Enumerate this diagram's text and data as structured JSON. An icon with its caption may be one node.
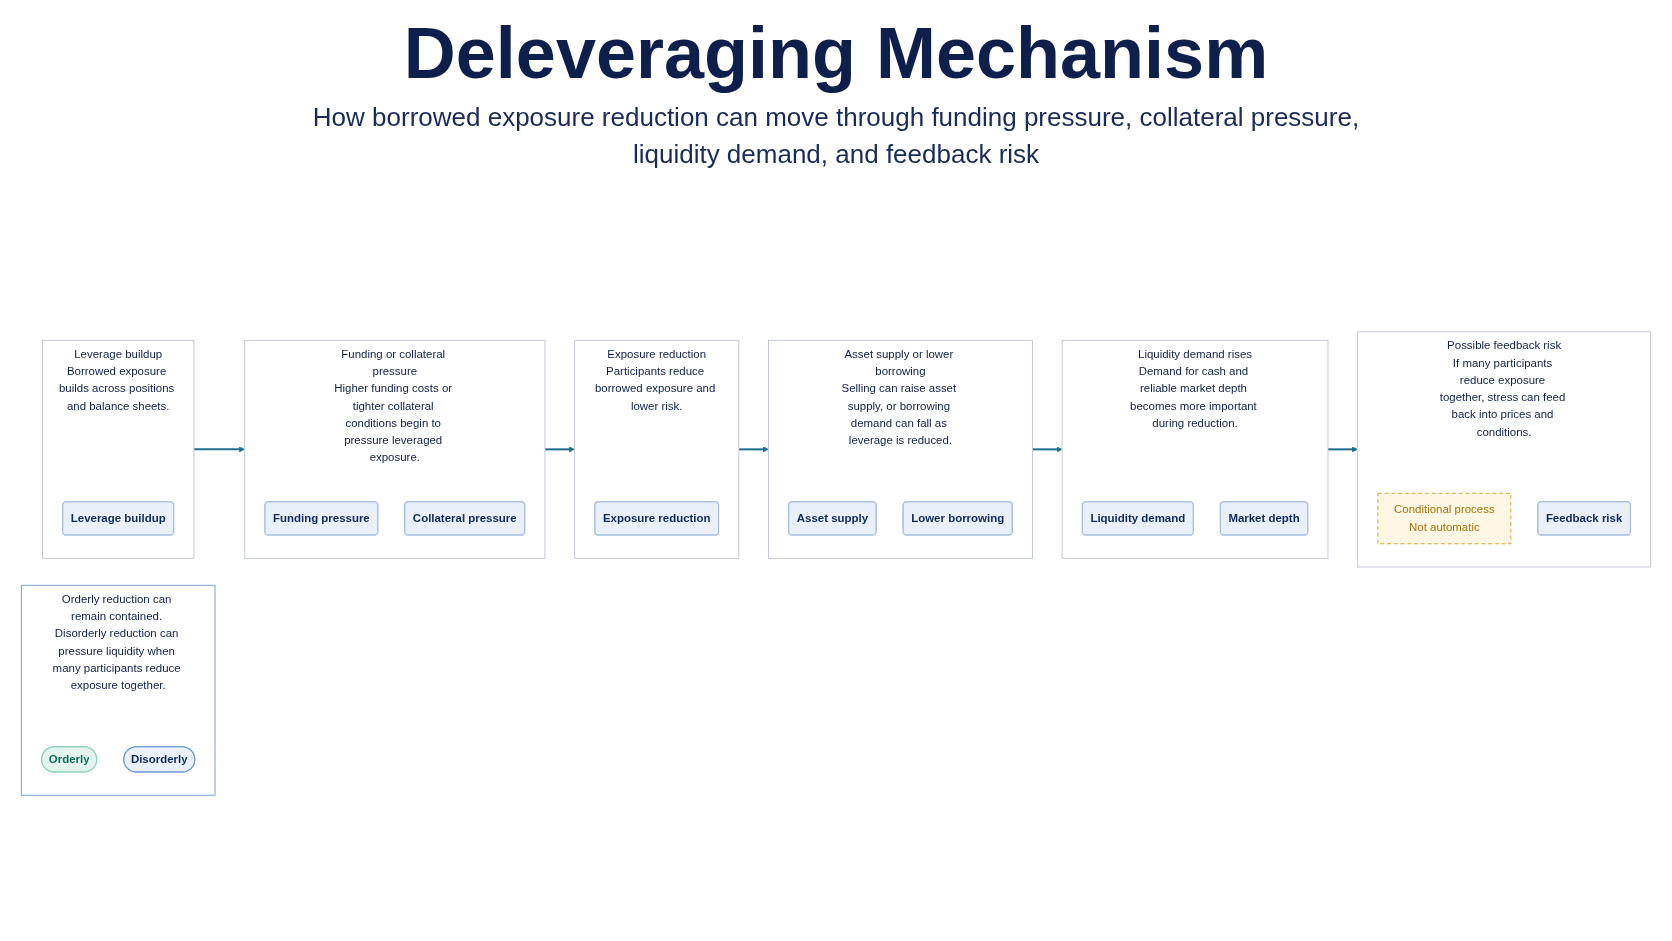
{
  "diagram": {
    "title": "Deleveraging Mechanism",
    "nodes": [
      {
        "text": [
          "Leverage buildup",
          "Borrowed exposure builds across positions and balance sheets."
        ]
      },
      {
        "text": [
          "Leverage buildup"
        ],
        "in": 0
      },
      {
        "text": [
          "Funding or collateral pressure",
          "Higher funding costs or tighter collateral conditions begin to pressure leveraged exposure."
        ]
      },
      {
        "text": [
          "Funding pressure"
        ],
        "in": 2
      },
      {
        "text": [
          "Collateral pressure"
        ],
        "in": 2
      },
      {
        "text": [
          "Exposure reduction",
          "Participants reduce borrowed exposure and lower risk."
        ]
      },
      {
        "text": [
          "Exposure reduction"
        ],
        "in": 5
      },
      {
        "text": [
          "Asset supply or lower borrowing",
          "Selling can raise asset supply, or borrowing demand can fall as leverage is reduced."
        ]
      },
      {
        "text": [
          "Asset supply"
        ],
        "in": 7
      },
      {
        "text": [
          "Lower borrowing"
        ],
        "in": 7
      },
      {
        "text": [
          "Liquidity demand rises",
          "Demand for cash and reliable market depth becomes more important during reduction."
        ]
      },
      {
        "text": [
          "Liquidity demand"
        ],
        "in": 10
      },
      {
        "text": [
          "Market depth"
        ],
        "in": 10
      },
      {
        "text": [
          "Possible feedback risk",
          "If many participants reduce exposure together, stress can feed back into prices and conditions."
        ]
      },
      {
        "text": [
          "Conditional process",
          "Not automatic"
        ],
        "in": 13
      },
      {
        "text": [
          "Feedback risk"
        ],
        "in": 13
      },
      {
        "text": [
          "Orderly reduction can remain contained. Disorderly reduction can pressure liquidity when many participants reduce exposure together."
        ]
      },
      {
        "text": [
          "Orderly"
        ],
        "in": 16
      },
      {
        "text": [
          "Disorderly"
        ],
        "in": 16
      }
    ],
    "edges": [
      {
        "from": 0,
        "to": 2,
        "arrow": "to"
      },
      {
        "from": 2,
        "to": 5,
        "arrow": "to"
      },
      {
        "from": 5,
        "to": 7,
        "arrow": "to"
      },
      {
        "from": 7,
        "to": 10,
        "arrow": "to"
      },
      {
        "from": 10,
        "to": 13,
        "arrow": "to"
      }
    ],
    "labels": [
      "How borrowed exposure reduction can move through funding pressure, collateral pressure, liquidity demand, and feedback risk"
    ]
  }
}
